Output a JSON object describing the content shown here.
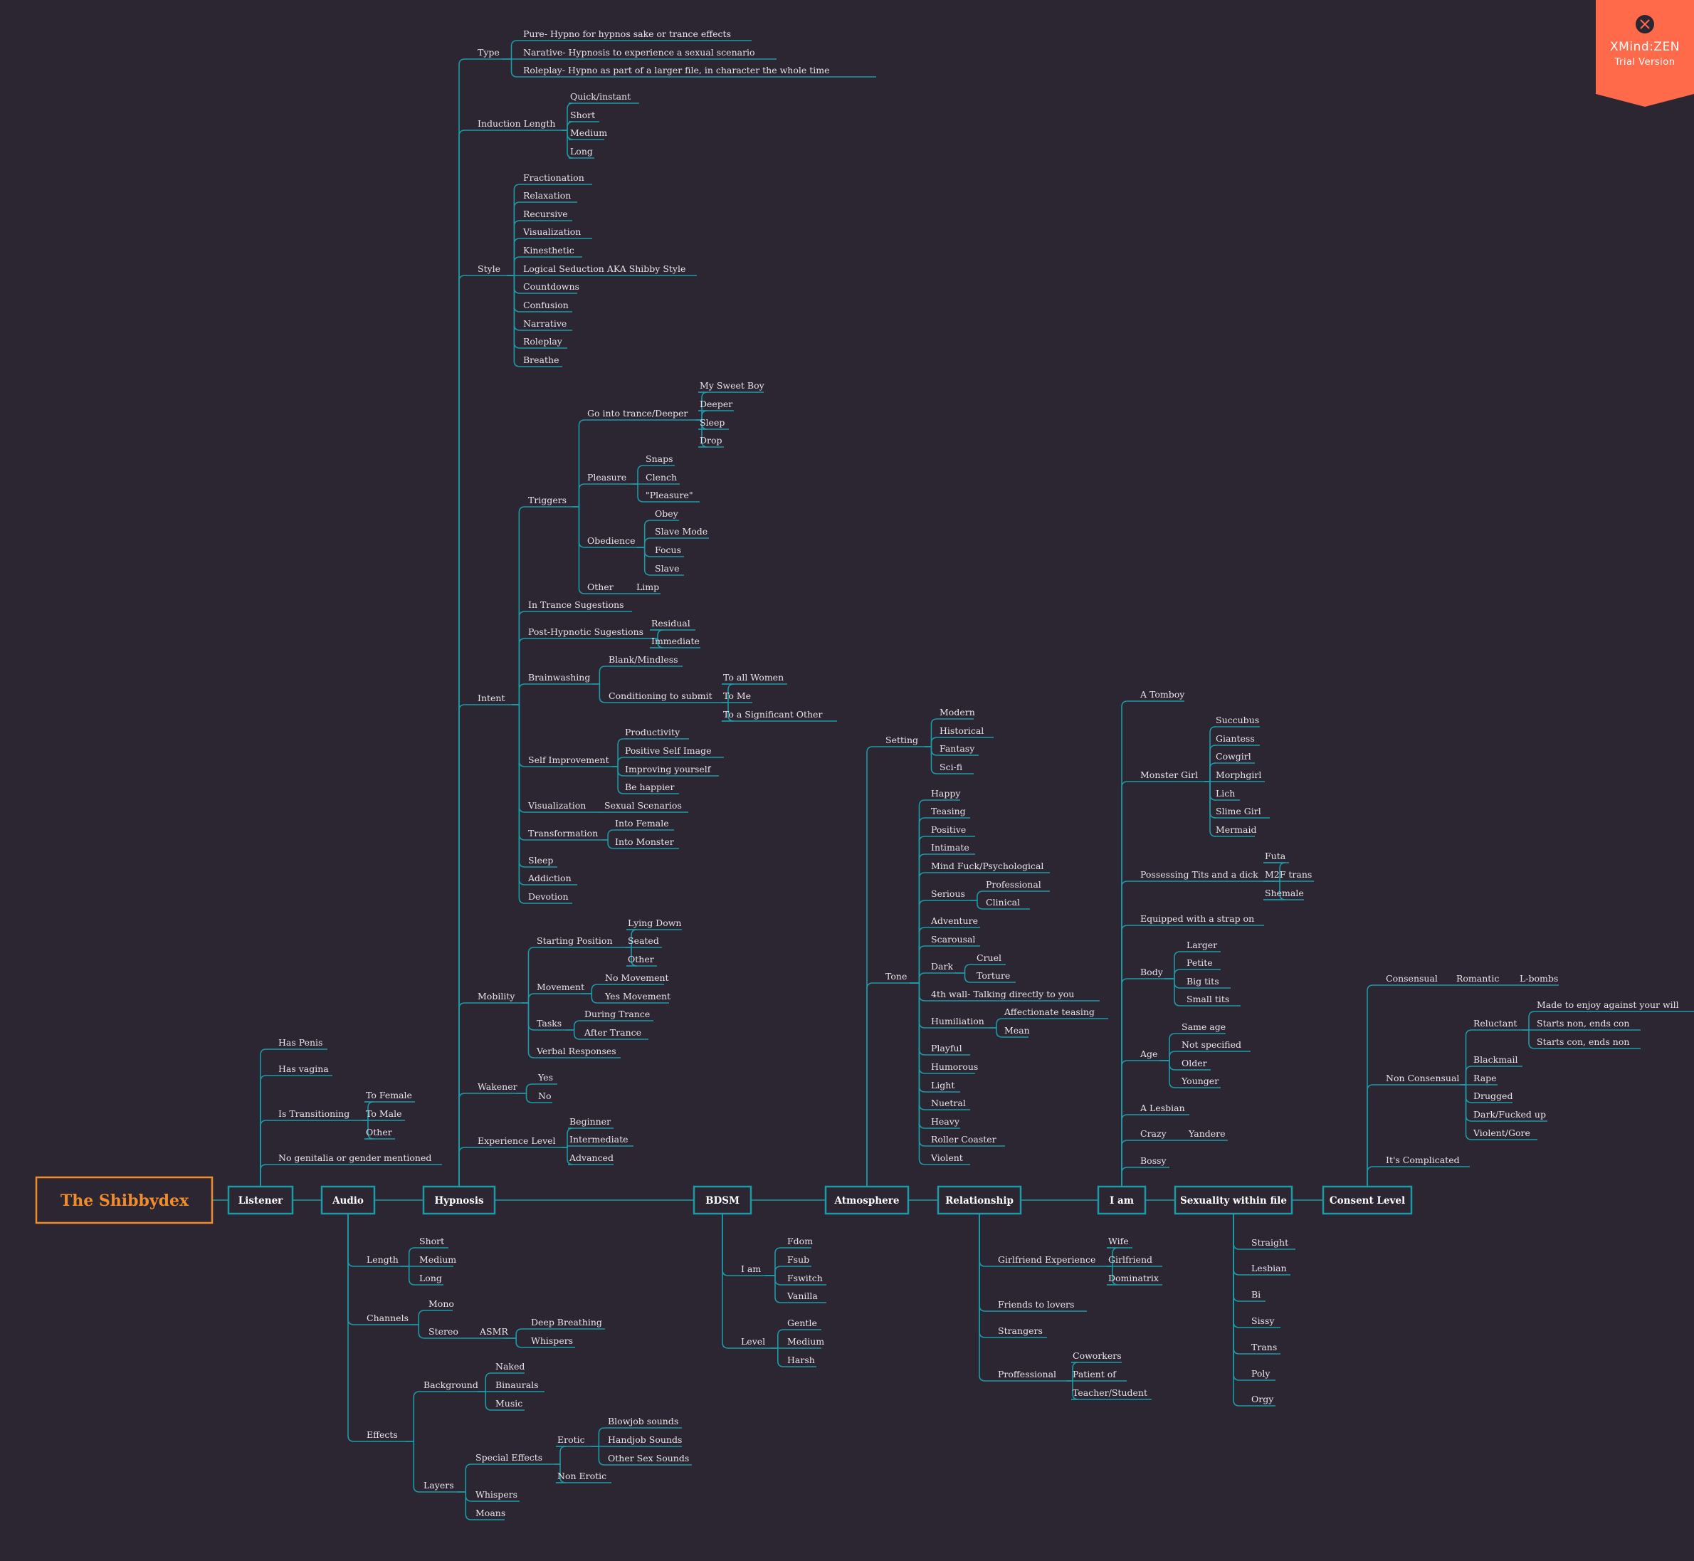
{
  "badge": {
    "logo": "XMind:ZEN",
    "subtitle": "Trial Version",
    "color": "#ff6a4b"
  },
  "colors": {
    "background": "#2b2632",
    "line": "#1c9aa6",
    "root": "#f08c2c",
    "text": "#e8e4e8"
  },
  "mindmap": {
    "root": "The Shibbydex",
    "branches": [
      {
        "label": "Listener",
        "children": [
          {
            "label": "Has Penis"
          },
          {
            "label": "Has vagina"
          },
          {
            "label": "Is Transitioning",
            "children": [
              {
                "label": "To Female"
              },
              {
                "label": "To Male"
              },
              {
                "label": "Other"
              }
            ]
          },
          {
            "label": "No genitalia or gender mentioned"
          }
        ]
      },
      {
        "label": "Audio",
        "children": [
          {
            "label": "Length",
            "children": [
              {
                "label": "Short"
              },
              {
                "label": "Medium"
              },
              {
                "label": "Long"
              }
            ]
          },
          {
            "label": "Channels",
            "children": [
              {
                "label": "Mono"
              },
              {
                "label": "Stereo",
                "children": [
                  {
                    "label": "ASMR",
                    "children": [
                      {
                        "label": "Deep Breathing"
                      },
                      {
                        "label": "Whispers"
                      }
                    ]
                  }
                ]
              }
            ]
          },
          {
            "label": "Effects",
            "children": [
              {
                "label": "Background",
                "children": [
                  {
                    "label": "Naked"
                  },
                  {
                    "label": "Binaurals"
                  },
                  {
                    "label": "Music"
                  }
                ]
              },
              {
                "label": "Layers",
                "children": [
                  {
                    "label": "Special Effects",
                    "children": [
                      {
                        "label": "Erotic",
                        "children": [
                          {
                            "label": "Blowjob sounds"
                          },
                          {
                            "label": "Handjob Sounds"
                          },
                          {
                            "label": "Other Sex Sounds"
                          }
                        ]
                      },
                      {
                        "label": "Non Erotic"
                      }
                    ]
                  },
                  {
                    "label": "Whispers"
                  },
                  {
                    "label": "Moans"
                  }
                ]
              }
            ]
          }
        ]
      },
      {
        "label": "Hypnosis",
        "children": [
          {
            "label": "Type",
            "children": [
              {
                "label": "Pure- Hypno for hypnos sake or trance effects"
              },
              {
                "label": "Narative- Hypnosis to experience a sexual scenario"
              },
              {
                "label": "Roleplay-  Hypno as part of a larger file, in character the whole time"
              }
            ]
          },
          {
            "label": "Induction Length",
            "children": [
              {
                "label": "Quick/instant"
              },
              {
                "label": "Short"
              },
              {
                "label": "Medium"
              },
              {
                "label": "Long"
              }
            ]
          },
          {
            "label": "Style",
            "children": [
              {
                "label": "Fractionation"
              },
              {
                "label": "Relaxation"
              },
              {
                "label": "Recursive"
              },
              {
                "label": "Visualization"
              },
              {
                "label": "Kinesthetic"
              },
              {
                "label": "Logical Seduction AKA Shibby Style"
              },
              {
                "label": "Countdowns"
              },
              {
                "label": "Confusion"
              },
              {
                "label": "Narrative"
              },
              {
                "label": "Roleplay"
              },
              {
                "label": "Breathe"
              }
            ]
          },
          {
            "label": "Intent",
            "children": [
              {
                "label": "Triggers",
                "children": [
                  {
                    "label": "Go into trance/Deeper",
                    "children": [
                      {
                        "label": "My Sweet Boy"
                      },
                      {
                        "label": "Deeper"
                      },
                      {
                        "label": "Sleep"
                      },
                      {
                        "label": "Drop"
                      }
                    ]
                  },
                  {
                    "label": "Pleasure",
                    "children": [
                      {
                        "label": "Snaps"
                      },
                      {
                        "label": "Clench"
                      },
                      {
                        "label": "\"Pleasure\""
                      }
                    ]
                  },
                  {
                    "label": "Obedience",
                    "children": [
                      {
                        "label": "Obey"
                      },
                      {
                        "label": "Slave Mode"
                      },
                      {
                        "label": "Focus"
                      },
                      {
                        "label": "Slave"
                      }
                    ]
                  },
                  {
                    "label": "Other",
                    "children": [
                      {
                        "label": "Limp"
                      }
                    ]
                  }
                ]
              },
              {
                "label": "In Trance Sugestions"
              },
              {
                "label": "Post-Hypnotic Sugestions",
                "children": [
                  {
                    "label": "Residual"
                  },
                  {
                    "label": "Immediate"
                  }
                ]
              },
              {
                "label": "Brainwashing",
                "children": [
                  {
                    "label": "Blank/Mindless"
                  },
                  {
                    "label": "Conditioning to submit",
                    "children": [
                      {
                        "label": "To all Women"
                      },
                      {
                        "label": "To Me"
                      },
                      {
                        "label": "To a Significant Other"
                      }
                    ]
                  }
                ]
              },
              {
                "label": "Self Improvement",
                "children": [
                  {
                    "label": "Productivity"
                  },
                  {
                    "label": "Positive Self Image"
                  },
                  {
                    "label": "Improving yourself"
                  },
                  {
                    "label": "Be happier"
                  }
                ]
              },
              {
                "label": "Visualization",
                "children": [
                  {
                    "label": "Sexual Scenarios"
                  }
                ]
              },
              {
                "label": "Transformation",
                "children": [
                  {
                    "label": "Into Female"
                  },
                  {
                    "label": "Into Monster"
                  }
                ]
              },
              {
                "label": "Sleep"
              },
              {
                "label": "Addiction"
              },
              {
                "label": "Devotion"
              }
            ]
          },
          {
            "label": "Mobility",
            "children": [
              {
                "label": "Starting Position",
                "children": [
                  {
                    "label": "Lying Down"
                  },
                  {
                    "label": "Seated"
                  },
                  {
                    "label": "Other"
                  }
                ]
              },
              {
                "label": "Movement",
                "children": [
                  {
                    "label": "No Movement"
                  },
                  {
                    "label": "Yes Movement"
                  }
                ]
              },
              {
                "label": "Tasks",
                "children": [
                  {
                    "label": "During Trance"
                  },
                  {
                    "label": "After Trance"
                  }
                ]
              },
              {
                "label": "Verbal Responses"
              }
            ]
          },
          {
            "label": "Wakener",
            "children": [
              {
                "label": "Yes"
              },
              {
                "label": "No"
              }
            ]
          },
          {
            "label": "Experience Level",
            "children": [
              {
                "label": "Beginner"
              },
              {
                "label": "Intermediate"
              },
              {
                "label": "Advanced"
              }
            ]
          }
        ]
      },
      {
        "label": "BDSM",
        "children": [
          {
            "label": "I am",
            "children": [
              {
                "label": "Fdom"
              },
              {
                "label": "Fsub"
              },
              {
                "label": "Fswitch"
              },
              {
                "label": "Vanilla"
              }
            ]
          },
          {
            "label": "Level",
            "children": [
              {
                "label": "Gentle"
              },
              {
                "label": "Medium"
              },
              {
                "label": "Harsh"
              }
            ]
          }
        ]
      },
      {
        "label": "Atmosphere",
        "children": [
          {
            "label": "Setting",
            "children": [
              {
                "label": "Modern"
              },
              {
                "label": "Historical"
              },
              {
                "label": "Fantasy"
              },
              {
                "label": "Sci-fi"
              }
            ]
          },
          {
            "label": "Tone",
            "children": [
              {
                "label": "Happy"
              },
              {
                "label": "Teasing"
              },
              {
                "label": "Positive"
              },
              {
                "label": "Intimate"
              },
              {
                "label": "Mind Fuck/Psychological"
              },
              {
                "label": "Serious",
                "children": [
                  {
                    "label": "Professional"
                  },
                  {
                    "label": "Clinical"
                  }
                ]
              },
              {
                "label": "Adventure"
              },
              {
                "label": "Scarousal"
              },
              {
                "label": "Dark",
                "children": [
                  {
                    "label": "Cruel"
                  },
                  {
                    "label": "Torture"
                  }
                ]
              },
              {
                "label": "4th wall- Talking directly to you"
              },
              {
                "label": "Humiliation",
                "children": [
                  {
                    "label": "Affectionate teasing"
                  },
                  {
                    "label": "Mean"
                  }
                ]
              },
              {
                "label": "Playful"
              },
              {
                "label": "Humorous"
              },
              {
                "label": "Light"
              },
              {
                "label": "Nuetral"
              },
              {
                "label": "Heavy"
              },
              {
                "label": "Roller Coaster"
              },
              {
                "label": "Violent"
              }
            ]
          }
        ]
      },
      {
        "label": "Relationship",
        "children": [
          {
            "label": "Girlfriend Experience",
            "children": [
              {
                "label": "Wife"
              },
              {
                "label": "Girlfriend"
              },
              {
                "label": "Dominatrix"
              }
            ]
          },
          {
            "label": "Friends to lovers"
          },
          {
            "label": "Strangers"
          },
          {
            "label": "Proffessional",
            "children": [
              {
                "label": "Coworkers"
              },
              {
                "label": "Patient of"
              },
              {
                "label": "Teacher/Student"
              }
            ]
          }
        ]
      },
      {
        "label": "I am",
        "children": [
          {
            "label": "A Tomboy"
          },
          {
            "label": "Monster Girl",
            "children": [
              {
                "label": "Succubus"
              },
              {
                "label": "Giantess"
              },
              {
                "label": "Cowgirl"
              },
              {
                "label": "Morphgirl"
              },
              {
                "label": "Lich"
              },
              {
                "label": "Slime Girl"
              },
              {
                "label": "Mermaid"
              }
            ]
          },
          {
            "label": "Possessing Tits and a dick",
            "children": [
              {
                "label": "Futa"
              },
              {
                "label": "M2F trans"
              },
              {
                "label": "Shemale"
              }
            ]
          },
          {
            "label": "Equipped with a strap on"
          },
          {
            "label": "Body",
            "children": [
              {
                "label": "Larger"
              },
              {
                "label": "Petite"
              },
              {
                "label": "Big tits"
              },
              {
                "label": "Small tits"
              }
            ]
          },
          {
            "label": "Age",
            "children": [
              {
                "label": "Same age"
              },
              {
                "label": "Not specified"
              },
              {
                "label": "Older"
              },
              {
                "label": "Younger"
              }
            ]
          },
          {
            "label": "A Lesbian"
          },
          {
            "label": "Crazy",
            "children": [
              {
                "label": "Yandere"
              }
            ]
          },
          {
            "label": "Bossy"
          }
        ]
      },
      {
        "label": "Sexuality within file",
        "children": [
          {
            "label": "Straight"
          },
          {
            "label": "Lesbian"
          },
          {
            "label": "Bi"
          },
          {
            "label": "Sissy"
          },
          {
            "label": "Trans"
          },
          {
            "label": "Poly"
          },
          {
            "label": "Orgy"
          }
        ]
      },
      {
        "label": "Consent Level",
        "children": [
          {
            "label": "Consensual",
            "children": [
              {
                "label": "Romantic",
                "children": [
                  {
                    "label": "L-bombs"
                  }
                ]
              }
            ]
          },
          {
            "label": "Non Consensual",
            "children": [
              {
                "label": "Reluctant",
                "children": [
                  {
                    "label": "Made to enjoy against your will"
                  },
                  {
                    "label": "Starts non, ends con"
                  },
                  {
                    "label": "Starts con, ends non"
                  }
                ]
              },
              {
                "label": "Blackmail"
              },
              {
                "label": "Rape"
              },
              {
                "label": "Drugged"
              },
              {
                "label": "Dark/Fucked up"
              },
              {
                "label": "Violent/Gore"
              }
            ]
          },
          {
            "label": "It's Complicated"
          }
        ]
      }
    ]
  }
}
